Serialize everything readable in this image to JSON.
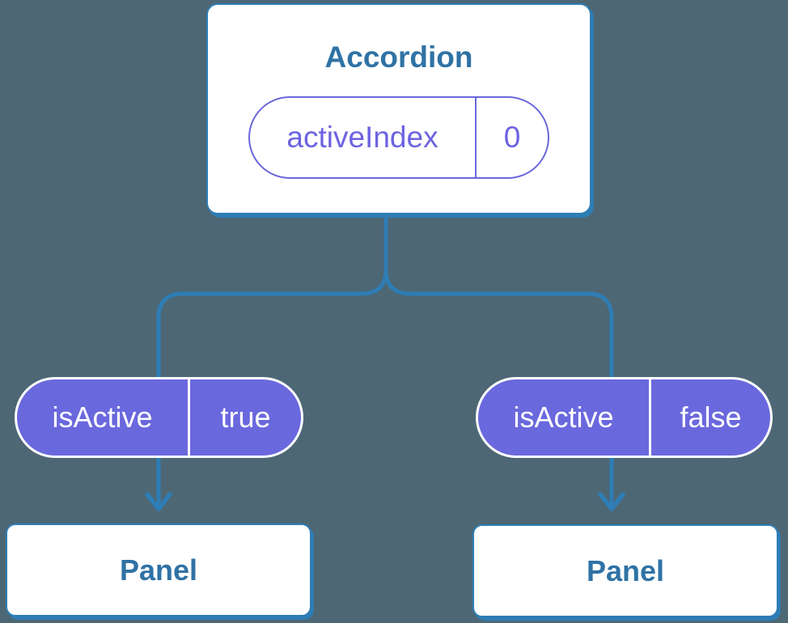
{
  "diagram": {
    "description": "React component tree showing state lifted to parent Accordion and passed to Panels as props",
    "root": {
      "title": "Accordion",
      "state": {
        "name": "activeIndex",
        "value": "0"
      }
    },
    "children": [
      {
        "prop_name": "isActive",
        "prop_value": "true",
        "title": "Panel"
      },
      {
        "prop_name": "isActive",
        "prop_value": "false",
        "title": "Panel"
      }
    ],
    "colors": {
      "background": "#4d6775",
      "connector_blue": "#2e7db5",
      "heading_blue": "#2f72a5",
      "pill_purple_fill": "#6a68dd",
      "pill_purple_border": "#6a67dc",
      "pill_purple_text": "#6c63e0",
      "pill_white_text": "#ffffff",
      "card_fill": "#ffffff"
    }
  }
}
